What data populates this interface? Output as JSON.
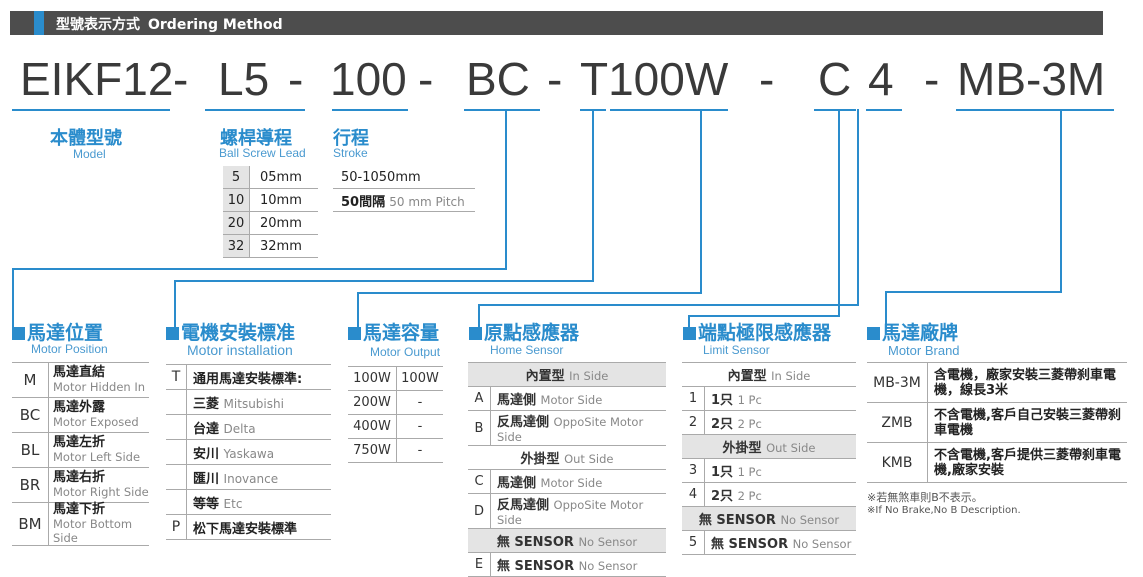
{
  "header": {
    "title_cn": "型號表示方式",
    "title_en": "Ordering Method"
  },
  "code": {
    "model": "EIKF12",
    "lead": "L5",
    "stroke": "100",
    "position": "BC",
    "install": "T100W",
    "limit": "C",
    "home": "4",
    "brand": "MB-3M",
    "dash": "-"
  },
  "model": {
    "cn": "本體型號",
    "en": "Model"
  },
  "lead": {
    "cn": "螺桿導程",
    "en": "Ball Screw Lead",
    "rows": [
      {
        "k": "5",
        "v": "05mm"
      },
      {
        "k": "10",
        "v": "10mm"
      },
      {
        "k": "20",
        "v": "20mm"
      },
      {
        "k": "32",
        "v": "32mm"
      }
    ]
  },
  "stroke": {
    "cn": "行程",
    "en": "Stroke",
    "range": "50-1050mm",
    "pitch_cn": "50間隔",
    "pitch_en": "50 mm Pitch"
  },
  "position": {
    "cn": "馬達位置",
    "en": "Motor Position",
    "rows": [
      {
        "k": "M",
        "cn": "馬達直結",
        "en": "Motor Hidden In"
      },
      {
        "k": "BC",
        "cn": "馬達外露",
        "en": "Motor Exposed"
      },
      {
        "k": "BL",
        "cn": "馬達左折",
        "en": "Motor Left Side"
      },
      {
        "k": "BR",
        "cn": "馬達右折",
        "en": "Motor Right Side"
      },
      {
        "k": "BM",
        "cn": "馬達下折",
        "en": "Motor Bottom Side"
      }
    ]
  },
  "install": {
    "cn": "電機安裝標准",
    "en": "Motor installation",
    "rows": [
      {
        "k": "T",
        "cn": "通用馬達安裝標準:",
        "en": ""
      },
      {
        "k": "",
        "cn": "三菱",
        "en": "Mitsubishi"
      },
      {
        "k": "",
        "cn": "台達",
        "en": "Delta"
      },
      {
        "k": "",
        "cn": "安川",
        "en": "Yaskawa"
      },
      {
        "k": "",
        "cn": "匯川",
        "en": "Inovance"
      },
      {
        "k": "",
        "cn": "等等",
        "en": "Etc"
      },
      {
        "k": "P",
        "cn": "松下馬達安裝標準",
        "en": ""
      }
    ]
  },
  "output": {
    "cn": "馬達容量",
    "en": "Motor Output",
    "rows": [
      {
        "k": "100W",
        "v": "100W"
      },
      {
        "k": "200W",
        "v": "-"
      },
      {
        "k": "400W",
        "v": "-"
      },
      {
        "k": "750W",
        "v": "-"
      }
    ]
  },
  "home": {
    "cn": "原點感應器",
    "en": "Home Sensor",
    "in_cn": "內置型",
    "in_en": "In Side",
    "out_cn": "外掛型",
    "out_en": "Out Side",
    "in_rows": [
      {
        "k": "A",
        "cn": "馬達側",
        "en": "Motor Side"
      },
      {
        "k": "B",
        "cn": "反馬達側",
        "en": "OppoSite Motor Side"
      }
    ],
    "out_rows": [
      {
        "k": "C",
        "cn": "馬達側",
        "en": "Motor Side"
      },
      {
        "k": "D",
        "cn": "反馬達側",
        "en": "OppoSite Motor Side"
      }
    ],
    "none_mid": "無 SENSOR",
    "none_mid_en": "No Sensor",
    "none_k": "E",
    "none_cn": "無 SENSOR",
    "none_en": "No Sensor"
  },
  "limit": {
    "cn": "端點極限感應器",
    "en": "Limit Sensor",
    "in_cn": "內置型",
    "in_en": "In Side",
    "out_cn": "外掛型",
    "out_en": "Out Side",
    "in_rows": [
      {
        "k": "1",
        "cn": "1只",
        "en": "1 Pc"
      },
      {
        "k": "2",
        "cn": "2只",
        "en": "2 Pc"
      }
    ],
    "out_rows": [
      {
        "k": "3",
        "cn": "1只",
        "en": "1 Pc"
      },
      {
        "k": "4",
        "cn": "2只",
        "en": "2 Pc"
      }
    ],
    "none_mid": "無 SENSOR",
    "none_mid_en": "No Sensor",
    "none_k": "5",
    "none_cn": "無 SENSOR",
    "none_en": "No Sensor"
  },
  "brand": {
    "cn": "馬達廠牌",
    "en": "Motor Brand",
    "rows": [
      {
        "k": "MB-3M",
        "v": "含電機，廠家安裝三菱帶刹車電機，線長3米"
      },
      {
        "k": "ZMB",
        "v": "不含電機,客戶自己安裝三菱帶刹車電機"
      },
      {
        "k": "KMB",
        "v": "不含電機,客戶提供三菱帶刹車電機,廠家安裝"
      }
    ],
    "note_cn": "※若無煞車則B不表示。",
    "note_en": "※If No Brake,No B Description."
  },
  "colors": {
    "accent": "#2a8ccc",
    "header_bg": "#4d4d4d"
  }
}
